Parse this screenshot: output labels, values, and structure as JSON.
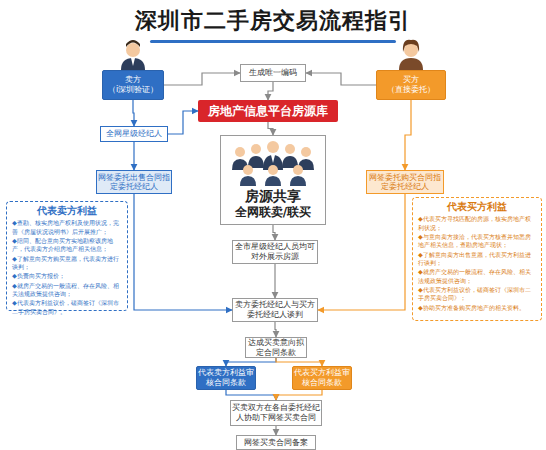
{
  "diagram": {
    "title": "深圳市二手房交易流程指引",
    "nodes": [
      {
        "text": [
          "卖方",
          "（i深圳验证）"
        ]
      },
      {
        "text": [
          "买方",
          "（直接委托）"
        ]
      },
      {
        "text": [
          "生成唯一编码"
        ]
      },
      {
        "text": [
          "房地产信息平台房源库"
        ]
      },
      {
        "text": [
          "全网星级经纪人"
        ]
      },
      {
        "text": [
          "房源共享",
          "全网联卖/联买"
        ]
      },
      {
        "text": [
          "网签委托出售合同指定委托经纪人"
        ]
      },
      {
        "text": [
          "网签委托购买合同指定委托经纪人"
        ]
      },
      {
        "text": [
          "代表卖方利益",
          "◆查勘、核实房地产权利及使用状况，完善《房屋状况说明书》后开展推广；",
          "◆陪同、配合意向买方实地勘察该房地产，代表卖方介绍房地产相关信息；",
          "◆了解意向买方购买意愿，代表卖方进行谈判；",
          "◆负责向买方报价；",
          "◆就房产交易的一般流程、存在风险、相关法规政策提供咨询；",
          "◆代表卖方利益议价，磋商签订《深圳市二手房买卖合同》。"
        ]
      },
      {
        "text": [
          "代表买方利益",
          "◆代表买方寻找匹配的房源，核实房地产权利状况；",
          "◆与意向卖方接洽，代表买方核查并知悉房地产相关信息，查勘房地产现状；",
          "◆了解意向卖方出售意愿，代表买方利益进行谈判；",
          "◆就房产交易的一般流程、存在风险、相关法规政策提供咨询；",
          "◆代表买方利益议价，磋商签订《深圳市二手房买卖合同》；",
          "◆协助买方准备购买房地产的相关资料。"
        ]
      },
      {
        "text": [
          "全市星级经纪人员均可对外展示房源"
        ]
      },
      {
        "text": [
          "卖方委托经纪人与买方委托经纪人谈判"
        ]
      },
      {
        "text": [
          "达成买卖意向拟定合同条款"
        ]
      },
      {
        "text": [
          "代表卖方利益审核合同条款"
        ]
      },
      {
        "text": [
          "代表买方利益审核合同条款"
        ]
      },
      {
        "text": [
          "买卖双方在各自委托经纪人协助下网签买卖合同"
        ]
      },
      {
        "text": [
          "网签买卖合同备案"
        ]
      }
    ],
    "edges": [
      {
        "from": 0,
        "to": 2,
        "arrow": "to"
      },
      {
        "from": 1,
        "to": 2,
        "arrow": "to"
      },
      {
        "from": 2,
        "to": 3,
        "arrow": "to"
      },
      {
        "from": 0,
        "to": 4,
        "arrow": "to"
      },
      {
        "from": 4,
        "to": 3,
        "arrow": "to"
      },
      {
        "from": 4,
        "to": 6,
        "arrow": "to"
      },
      {
        "from": 3,
        "to": 5,
        "arrow": "to"
      },
      {
        "from": 5,
        "to": 10,
        "arrow": "to"
      },
      {
        "from": 1,
        "to": 7,
        "arrow": "to"
      },
      {
        "from": 6,
        "to": 11,
        "arrow": "to"
      },
      {
        "from": 7,
        "to": 11,
        "arrow": "to"
      },
      {
        "from": 10,
        "to": 11,
        "arrow": "to"
      },
      {
        "from": 11,
        "to": 12,
        "arrow": "to"
      },
      {
        "from": 12,
        "to": 13,
        "arrow": "to"
      },
      {
        "from": 12,
        "to": 14,
        "arrow": "to"
      },
      {
        "from": 13,
        "to": 15,
        "arrow": "to"
      },
      {
        "from": 14,
        "to": 15,
        "arrow": "to"
      },
      {
        "from": 15,
        "to": 16,
        "arrow": "to"
      }
    ]
  }
}
